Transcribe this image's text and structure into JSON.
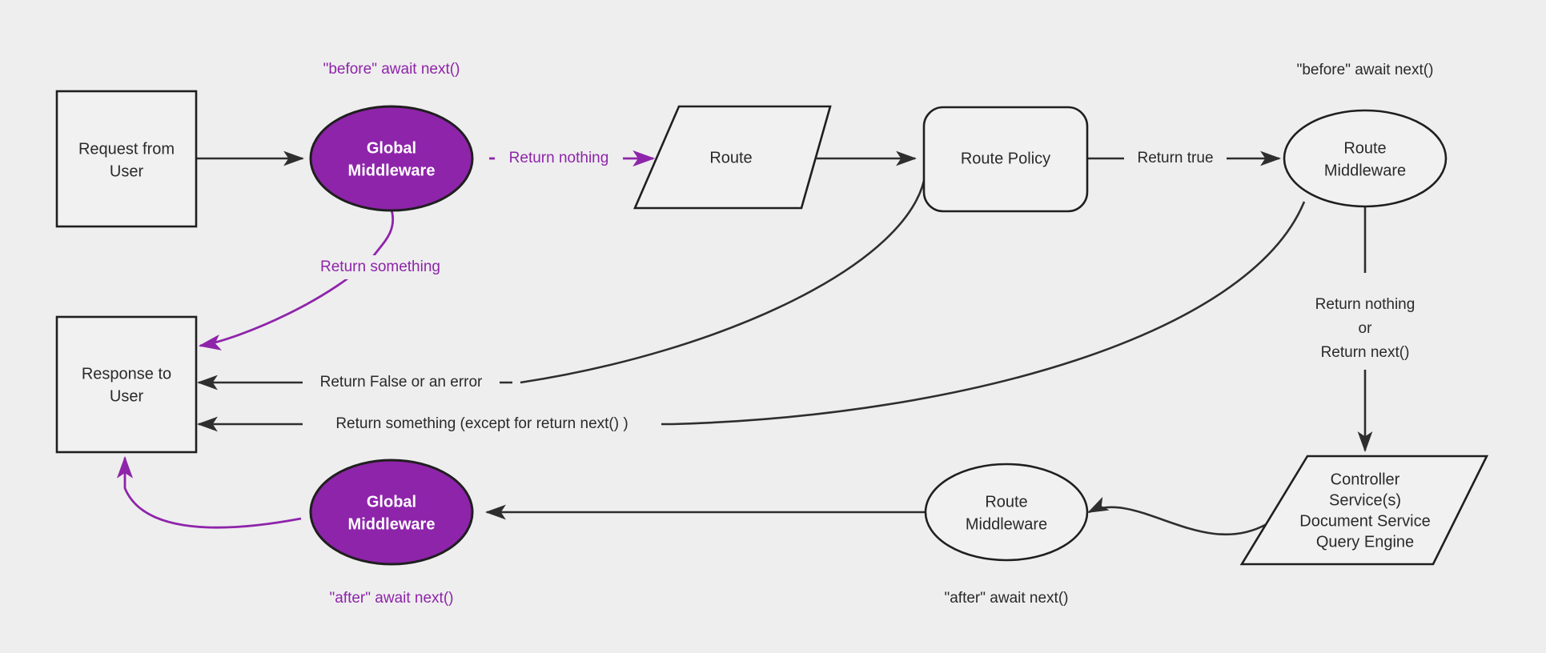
{
  "diagram": {
    "title": "Middleware request lifecycle flow",
    "background_color": "#eeeeee",
    "accent_color": "#8e24aa",
    "line_color": "#2e2e2e",
    "nodes": {
      "request": {
        "line1": "Request from",
        "line2": "User"
      },
      "global_mw_top": {
        "line1": "Global",
        "line2": "Middleware"
      },
      "route": {
        "line1": "Route"
      },
      "route_policy": {
        "line1": "Route Policy"
      },
      "route_mw_top": {
        "line1": "Route",
        "line2": "Middleware"
      },
      "controller": {
        "line1": "Controller",
        "line2": "Service(s)",
        "line3": "Document Service",
        "line4": "Query Engine"
      },
      "route_mw_bottom": {
        "line1": "Route",
        "line2": "Middleware"
      },
      "global_mw_bottom": {
        "line1": "Global",
        "line2": "Middleware"
      },
      "response": {
        "line1": "Response to",
        "line2": "User"
      }
    },
    "annotations": {
      "before_global": "\"before\" await next()",
      "before_route_mw": "\"before\" await next()",
      "after_global": "\"after\" await next()",
      "after_route_mw": "\"after\" await next()"
    },
    "edge_labels": {
      "return_nothing": "Return nothing",
      "return_something": "Return something",
      "return_true": "Return true",
      "return_false_or_error": "Return False or an error",
      "return_something_except": "Return something (except for return next() )",
      "return_nothing_or_next_1": "Return nothing",
      "return_nothing_or_next_2": "or",
      "return_nothing_or_next_3": "Return next()"
    }
  }
}
